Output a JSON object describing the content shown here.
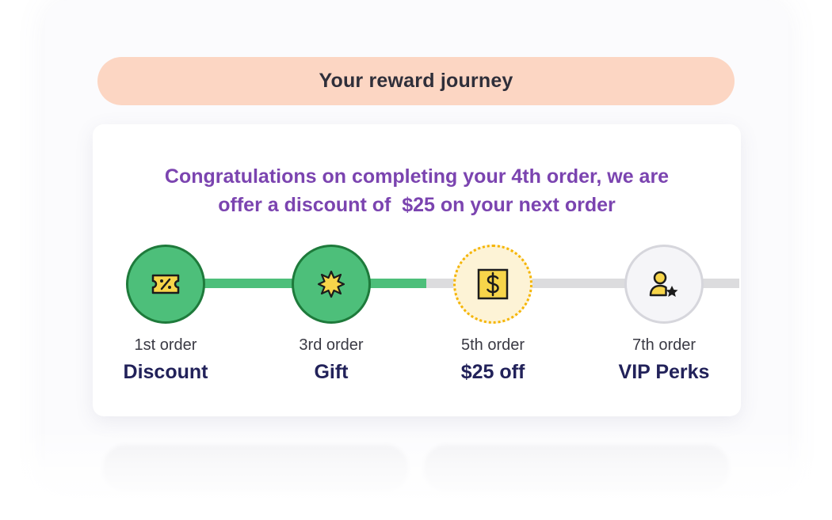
{
  "banner": {
    "title": "Your reward journey"
  },
  "message": {
    "line1": "Congratulations on completing your 4th order, we are",
    "line2": "offer a discount of  $25 on your next order"
  },
  "steps": [
    {
      "order": "1st order",
      "reward": "Discount",
      "status": "completed",
      "icon": "ticket-icon"
    },
    {
      "order": "3rd order",
      "reward": "Gift",
      "status": "completed",
      "icon": "starburst-icon"
    },
    {
      "order": "5th order",
      "reward": "$25 off",
      "status": "current",
      "icon": "dollar-icon"
    },
    {
      "order": "7th order",
      "reward": "VIP Perks",
      "status": "locked",
      "icon": "user-star-icon"
    }
  ],
  "colors": {
    "completed": "#4dbf7a",
    "completed_border": "#1e7a3b",
    "current_border": "#f5b400",
    "locked_track": "#dcdcde",
    "message_text": "#7b44b0",
    "reward_text": "#22225a",
    "banner_bg": "#fcd6c3"
  }
}
